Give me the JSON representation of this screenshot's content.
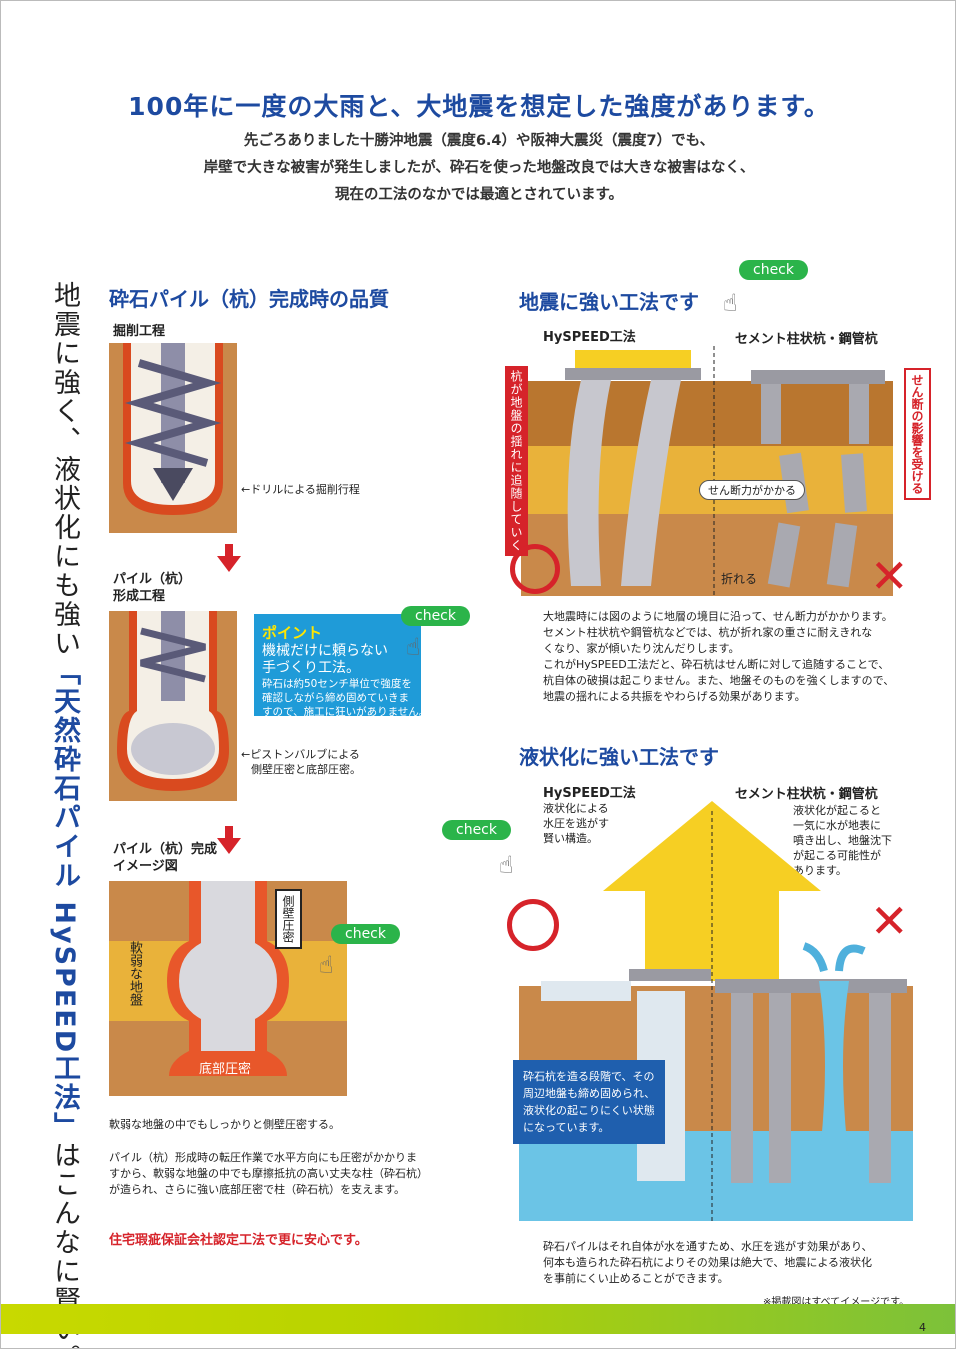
{
  "headline": "100年に一度の大雨と、大地震を想定した強度があります。",
  "intro": [
    "先ごろありました十勝沖地震（震度6.4）や阪神大震災（震度7）でも、",
    "岸壁で大きな被害が発生しましたが、砕石を使った地盤改良では大きな被害はなく、",
    "現在の工法のなかでは最適とされています。"
  ],
  "vertical_title": {
    "before": "地震に強く、液状化にも強い",
    "highlight": "「天然砕石パイル HySPEED工法」",
    "after": "はこんなに賢い。"
  },
  "quality": {
    "title": "砕石パイル（杭）完成時の品質",
    "step1_label": "掘削工程",
    "step1_caption": "←ドリルによる掘削行程",
    "step2_label_line1": "パイル（杭）",
    "step2_label_line2": "形成工程",
    "step2_caption_line1": "←ピストンバルブによる",
    "step2_caption_line2": "側壁圧密と底部圧密。",
    "step3_label_line1": "パイル（杭）完成",
    "step3_label_line2": "イメージ図",
    "label_sidewall": "側壁圧密",
    "label_soft_ground": "軟弱な地盤",
    "label_bottom": "底部圧密",
    "caption1": "軟弱な地盤の中でもしっかりと側壁圧密する。",
    "caption2": [
      "パイル（杭）形成時の転圧作業で水平方向にも圧密がかかりま",
      "すから、軟弱な地盤の中でも摩擦抵抗の高い丈夫な柱（砕石杭）",
      "が造られ、さらに強い底部圧密で柱（砕石杭）を支えます。"
    ],
    "red_note": "住宅瑕疵保証会社認定工法で更に安心です。"
  },
  "point": {
    "label": "ポイント",
    "main_line1": "機械だけに頼らない",
    "main_line2": "手づくり工法。",
    "sub": [
      "砕石は約50センチ単位で強度を",
      "確認しながら締め固めていきま",
      "すので、施工に狂いがありません。"
    ]
  },
  "check_label": "check",
  "earthquake": {
    "title": "地震に強い工法です",
    "col_left": "HySPEED工法",
    "col_right": "セメント柱状杭・鋼管杭",
    "left_vlabel": "杭が地盤の揺れに追随していく",
    "right_vlabel": "せん断の影響を受ける",
    "shear_pill": "せん断力がかかる",
    "broken": "折れる",
    "text": [
      "大地震時には図のように地層の境目に沿って、せん断力がかかります。",
      "セメント柱状杭や鋼管杭などでは、杭が折れ家の重さに耐えきれな",
      "くなり、家が傾いたり沈んだりします。",
      "これがHySPEED工法だと、砕石杭はせん断に対して追随することで、",
      "杭自体の破損は起こりません。また、地盤そのものを強くしますので、",
      "地震の揺れによる共振をやわらげる効果があります。"
    ]
  },
  "liquefaction": {
    "title": "液状化に強い工法です",
    "col_left": "HySPEED工法",
    "col_right": "セメント柱状杭・鋼管杭",
    "left_note": [
      "液状化による",
      "水圧を逃がす",
      "賢い構造。"
    ],
    "right_note": [
      "液状化が起こると",
      "一気に水が地表に",
      "噴き出し、地盤沈下",
      "が起こる可能性が",
      "あります。"
    ],
    "blue_box": [
      "砕石杭を造る段階で、その",
      "周辺地盤も締め固められ、",
      "液状化の起こりにくい状態",
      "になっています。"
    ],
    "text": [
      "砕石パイルはそれ自体が水を通すため、水圧を逃がす効果があり、",
      "何本も造られた砕石杭によりその効果は絶大で、地震による液状化",
      "を事前にくい止めることができます。"
    ]
  },
  "footnote": "※掲載図はすべてイメージです。",
  "page_number": "4"
}
